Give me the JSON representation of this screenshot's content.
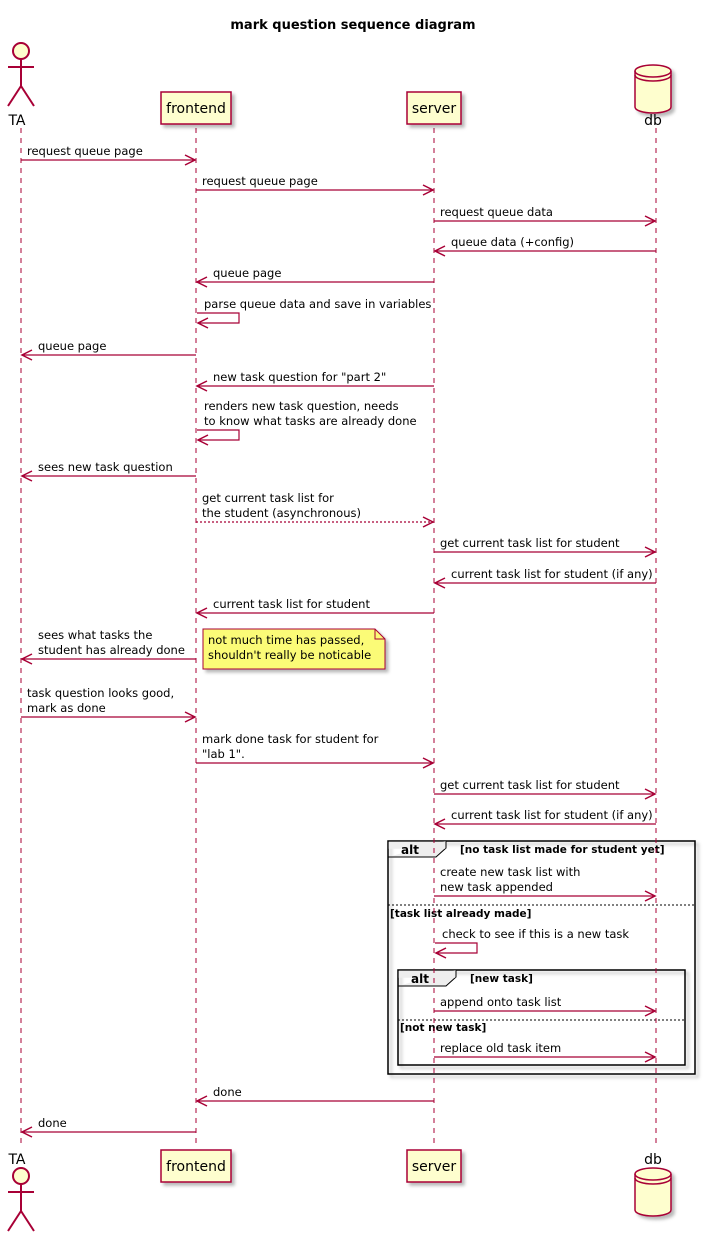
{
  "diagram": {
    "title": "mark question sequence diagram",
    "colors": {
      "arrow": "#A80036",
      "participant_fill": "#FEFECE",
      "note_fill": "#FBFB77",
      "frame_border": "#000000"
    },
    "participants": [
      {
        "id": "ta",
        "name": "TA",
        "kind": "actor"
      },
      {
        "id": "frontend",
        "name": "frontend",
        "kind": "participant"
      },
      {
        "id": "server",
        "name": "server",
        "kind": "participant"
      },
      {
        "id": "db",
        "name": "db",
        "kind": "database"
      }
    ],
    "messages": [
      {
        "from": "ta",
        "to": "frontend",
        "lines": [
          "request queue page"
        ]
      },
      {
        "from": "frontend",
        "to": "server",
        "lines": [
          "request queue page"
        ]
      },
      {
        "from": "server",
        "to": "db",
        "lines": [
          "request queue data"
        ]
      },
      {
        "from": "db",
        "to": "server",
        "lines": [
          "queue data (+config)"
        ]
      },
      {
        "from": "server",
        "to": "frontend",
        "lines": [
          "queue page"
        ]
      },
      {
        "from": "frontend",
        "to": "frontend",
        "lines": [
          "parse queue data and save in variables"
        ]
      },
      {
        "from": "frontend",
        "to": "ta",
        "lines": [
          "queue page"
        ]
      },
      {
        "from": "server",
        "to": "frontend",
        "lines": [
          "new task question for \"part 2\""
        ]
      },
      {
        "from": "frontend",
        "to": "frontend",
        "lines": [
          "renders new task question, needs",
          " to know what tasks are already done"
        ]
      },
      {
        "from": "frontend",
        "to": "ta",
        "lines": [
          "sees new task question"
        ]
      },
      {
        "from": "frontend",
        "to": "server",
        "dashed": true,
        "lines": [
          "get current task list for",
          " the student (asynchronous)"
        ]
      },
      {
        "from": "server",
        "to": "db",
        "lines": [
          "get current task list for student"
        ]
      },
      {
        "from": "db",
        "to": "server",
        "lines": [
          "current task list for student (if any)"
        ]
      },
      {
        "from": "server",
        "to": "frontend",
        "lines": [
          "current task list for student"
        ]
      },
      {
        "from": "frontend",
        "to": "ta",
        "lines": [
          "sees what tasks the",
          " student has already done"
        ]
      },
      {
        "from": "ta",
        "to": "frontend",
        "lines": [
          "task question looks good,",
          " mark as done"
        ]
      },
      {
        "from": "frontend",
        "to": "server",
        "lines": [
          "mark done task for student for",
          " \"lab 1\"."
        ]
      },
      {
        "from": "server",
        "to": "db",
        "lines": [
          "get current task list for student"
        ]
      },
      {
        "from": "db",
        "to": "server",
        "lines": [
          "current task list for student (if any)"
        ]
      },
      {
        "from": "server",
        "to": "db",
        "lines": [
          "create new task list with",
          " new task appended"
        ]
      },
      {
        "from": "server",
        "to": "server",
        "lines": [
          "check to see if this is a new task"
        ]
      },
      {
        "from": "server",
        "to": "db",
        "lines": [
          "append onto task list"
        ]
      },
      {
        "from": "server",
        "to": "db",
        "lines": [
          "replace old task item"
        ]
      },
      {
        "from": "server",
        "to": "frontend",
        "lines": [
          "done"
        ]
      },
      {
        "from": "frontend",
        "to": "ta",
        "lines": [
          "done"
        ]
      }
    ],
    "note": {
      "lines": [
        "not much time has passed,",
        " shouldn't really be noticable"
      ]
    },
    "fragments": [
      {
        "keyword": "alt",
        "guard": "[no task list made for student yet]",
        "else_guard": "[task list already made]"
      },
      {
        "keyword": "alt",
        "guard": "[new task]",
        "else_guard": "[not new task]"
      }
    ]
  }
}
